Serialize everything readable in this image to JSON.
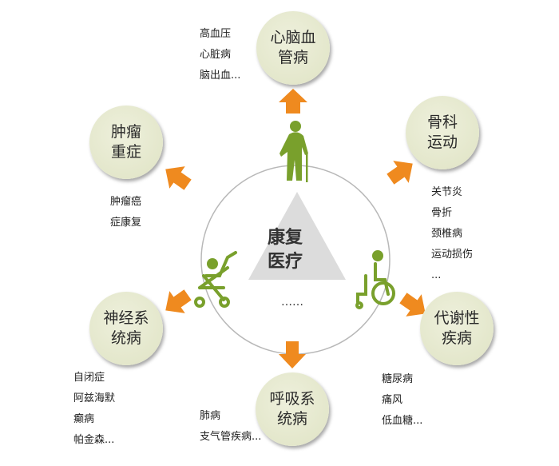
{
  "center": {
    "line1": "康复",
    "line2": "医疗",
    "more": "……"
  },
  "nodes": {
    "cardio": {
      "line1": "心脑血",
      "line2": "管病",
      "items": [
        "高血压",
        "心脏病",
        "脑出血..."
      ]
    },
    "ortho": {
      "line1": "骨科",
      "line2": "运动",
      "items": [
        "关节炎",
        "骨折",
        "颈椎病",
        "运动损伤",
        "..."
      ]
    },
    "metabolic": {
      "line1": "代谢性",
      "line2": "疾病",
      "items": [
        "糖尿病",
        "痛风",
        "低血糖..."
      ]
    },
    "respiratory": {
      "line1": "呼吸系",
      "line2": "统病",
      "items": [
        "肺病",
        "支气管疾病..."
      ]
    },
    "neuro": {
      "line1": "神经系",
      "line2": "统病",
      "items": [
        "自闭症",
        "阿兹海默",
        "癫病",
        "帕金森..."
      ]
    },
    "oncology": {
      "line1": "肿瘤",
      "line2": "重症",
      "items": [
        "肿瘤癌",
        "症康复"
      ]
    }
  },
  "colors": {
    "arrow": "#ef8a1f",
    "figure": "#79a02c",
    "triangle": "#dcdcdc",
    "ring": "#b8b8b8"
  }
}
